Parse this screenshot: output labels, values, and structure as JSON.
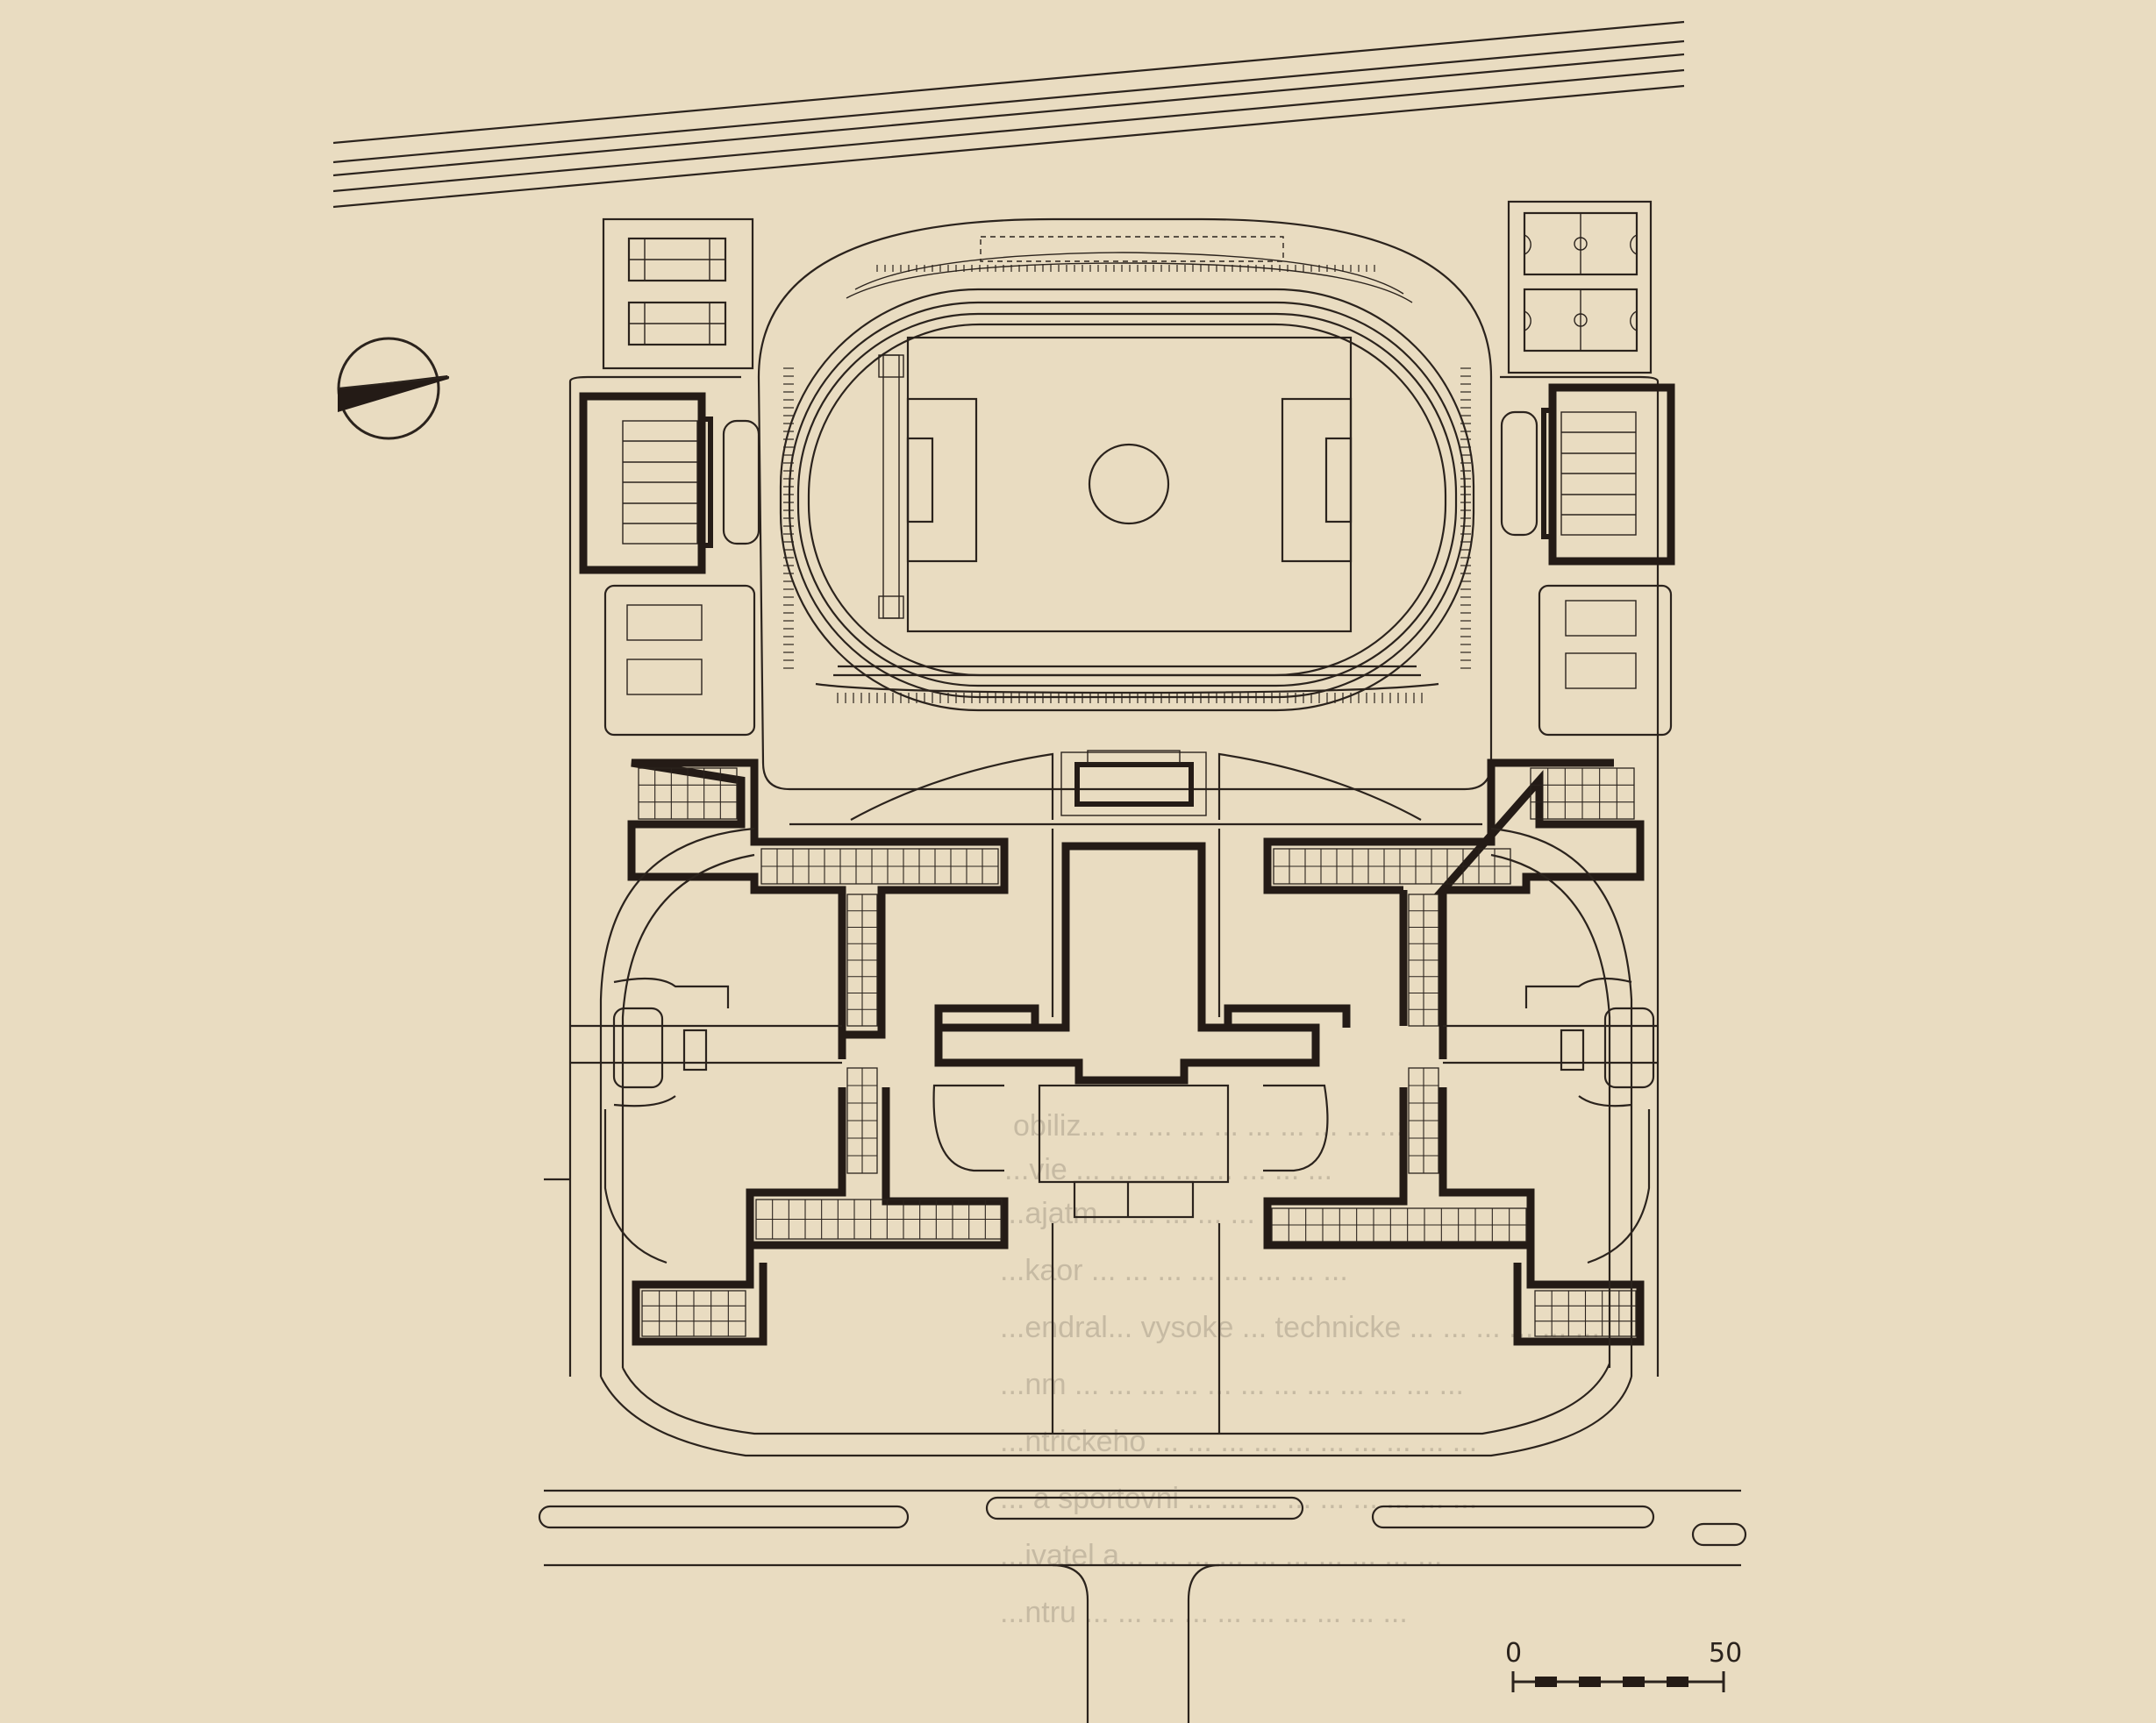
{
  "figure": {
    "kind": "site-plan",
    "subject": "sports stadium with athletics track and surrounding dormitory / campus buildings",
    "colors": {
      "paper": "#e9dcc1",
      "ink": "#2b231d",
      "wall": "#241b16"
    }
  },
  "scale_bar": {
    "start_label": "0",
    "end_label": "50"
  },
  "north_arrow": {
    "icon": "north-arrow-icon"
  },
  "bleed_through": {
    "lines": [
      "obiliz... ... ... ... ... ... ... ... ... ...",
      "...vie ... ... ... ... ... ... ... ...",
      "...ajatm... ... ... ... ...",
      "...kaor ... ... ... ... ... ... ... ...",
      "...endral... vysoke ... technicke ... ... ... ... ... ...",
      "...nm ... ... ... ... ... ... ... ... ... ... ... ...",
      "...ntrickeho ... ... ... ... ... ... ... ... ... ...",
      "... a sportovni ... ... ... ... ... ... ... ... ...",
      "...ivatel a... ... ... ... ... ... ... ... ... ...",
      "...ntru ... ... ... ... ... ... ... ... ... ..."
    ]
  }
}
